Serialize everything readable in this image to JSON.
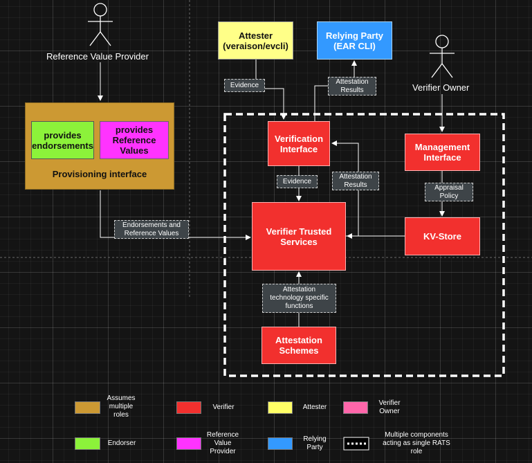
{
  "actors": {
    "reference_value_provider": "Reference Value Provider",
    "verifier_owner": "Verifier Owner"
  },
  "nodes": {
    "attester": "Attester\n(veraison/evcli)",
    "relying_party": "Relying Party\n(EAR CLI)",
    "provides_endorsements": "provides\nendorsements",
    "provides_reference_values": "provides\nReference\nValues",
    "provisioning_interface": "Provisioning interface",
    "verification_interface": "Verification\nInterface",
    "management_interface": "Management\nInterface",
    "verifier_trusted_services": "Verifier Trusted\nServices",
    "kv_store": "KV-Store",
    "attestation_schemes": "Attestation\nSchemes"
  },
  "edge_labels": {
    "evidence_top": "Evidence",
    "attestation_results_top": "Attestation\nResults",
    "evidence_mid": "Evidence",
    "attestation_results_mid": "Attestation\nResults",
    "appraisal_policy": "Appraisal\nPolicy",
    "endorsements_reference_values": "Endorsements and\nReference Values",
    "attestation_technology_functions": "Attestation\ntechnology specific\nfunctions"
  },
  "legend": {
    "assumes_multiple_roles": "Assumes\nmultiple\nroles",
    "verifier": "Verifier",
    "attester": "Attester",
    "verifier_owner": "Verifier\nOwner",
    "endorser": "Endorser",
    "reference_value_provider": "Reference\nValue\nProvider",
    "relying_party": "Relying\nParty",
    "multiple_components": "Multiple components\nacting as single RATS\nrole"
  },
  "colors": {
    "verifier": "#f2302e",
    "attester": "#ffff88",
    "relying_party": "#3399ff",
    "multiple_roles": "#cc9933",
    "endorser": "#8cf23a",
    "reference_value_provider": "#ff33ff",
    "verifier_owner": "#ff66aa",
    "label_bg": "#3e4448"
  }
}
